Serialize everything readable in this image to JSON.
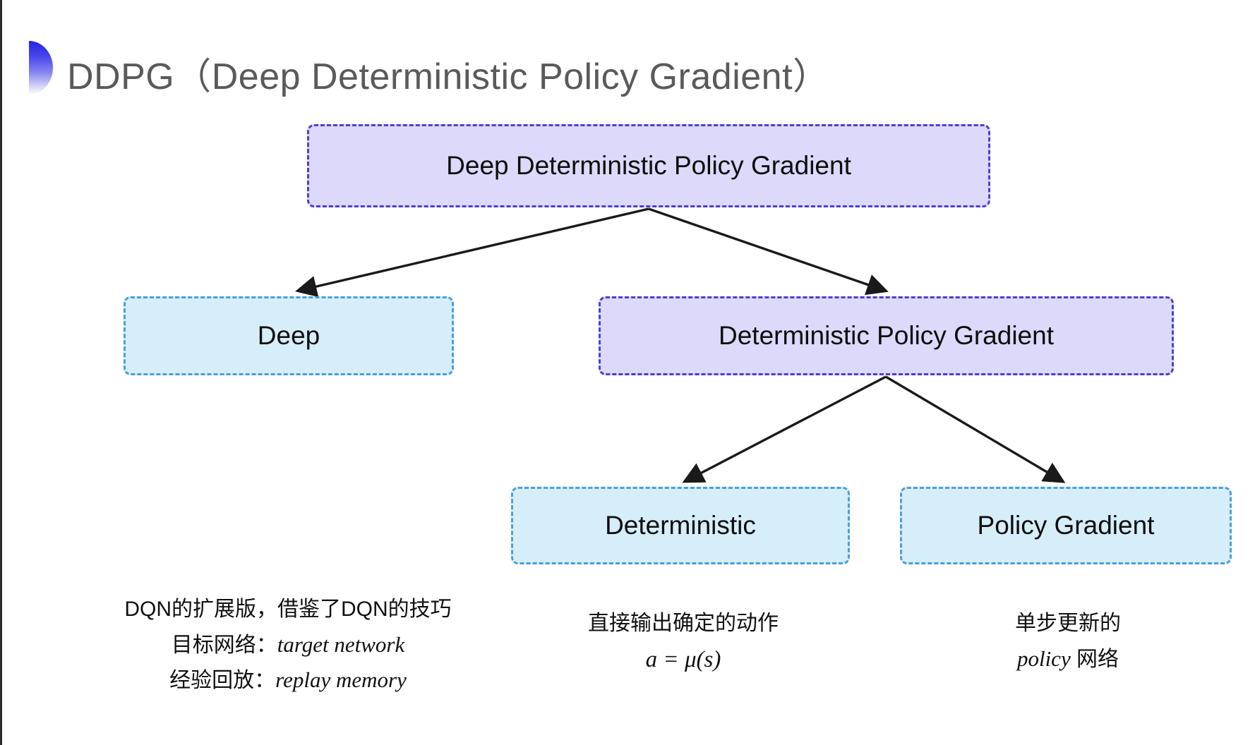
{
  "slide": {
    "title": "DDPG（Deep Deterministic Policy Gradient）",
    "bullet_icon": "gradient-halfcircle-bullet",
    "background_color": "#ffffff",
    "title_color": "#5a5a5a",
    "accent_purple": "#4b3fd6",
    "accent_purple_fill": "#dcd9fa",
    "accent_blue": "#4a9fd8",
    "accent_blue_fill": "#d6edfa",
    "arrow_color": "#1a1a1a"
  },
  "diagram": {
    "type": "tree",
    "nodes": [
      {
        "id": "root",
        "label": "Deep Deterministic Policy Gradient",
        "style": "purple",
        "level": 0
      },
      {
        "id": "deep",
        "label": "Deep",
        "style": "blue",
        "level": 1
      },
      {
        "id": "dpg",
        "label": "Deterministic Policy Gradient",
        "style": "purple",
        "level": 1
      },
      {
        "id": "deterministic",
        "label": "Deterministic",
        "style": "blue",
        "level": 2
      },
      {
        "id": "policy_gradient",
        "label": "Policy Gradient",
        "style": "blue",
        "level": 2
      }
    ],
    "edges": [
      {
        "from": "root",
        "to": "deep"
      },
      {
        "from": "root",
        "to": "dpg"
      },
      {
        "from": "dpg",
        "to": "deterministic"
      },
      {
        "from": "dpg",
        "to": "policy_gradient"
      }
    ]
  },
  "captions": {
    "deep": {
      "line1": "DQN的扩展版，借鉴了DQN的技巧",
      "line2_label": "目标网络：",
      "line2_term": "target network",
      "line3_label": "经验回放：",
      "line3_term": "replay memory"
    },
    "deterministic": {
      "line1": "直接输出确定的动作",
      "formula": "a = μ(s)"
    },
    "policy_gradient": {
      "line1": "单步更新的",
      "line2_term": "policy",
      "line2_suffix": " 网络"
    }
  }
}
